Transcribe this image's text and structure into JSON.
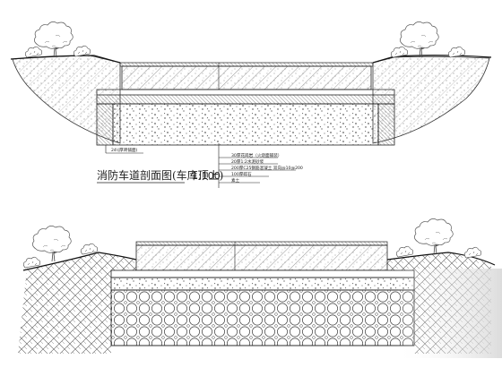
{
  "section_top": {
    "title": "消防车道剖面图(车库顶上)",
    "scale": "1:100",
    "left_note": "24\\(厚砖铺面)",
    "layer_notes": [
      "30厚花岗岩（火烧面铺装）",
      "20厚1:2水泥砂浆",
      "200厚C25钢筋混凝土 双向@10@200",
      "100厚碎石",
      "素土"
    ]
  },
  "section_bottom": {}
}
